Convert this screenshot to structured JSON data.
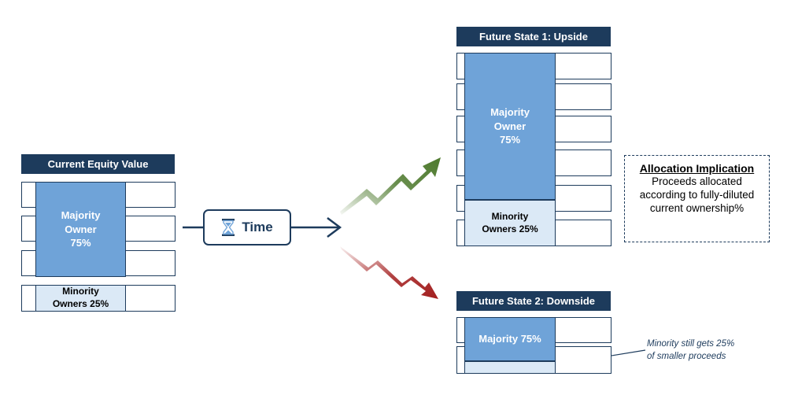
{
  "current": {
    "title": "Current Equity Value",
    "majority_label": "Majority\nOwner\n75%",
    "minority_label": "Minority\nOwners 25%",
    "majority_share": 0.75,
    "minority_share": 0.25
  },
  "time": {
    "label": "Time",
    "icon": "hourglass-icon"
  },
  "upside": {
    "title": "Future State 1: Upside",
    "majority_label": "Majority\nOwner\n75%",
    "minority_label": "Minority\nOwners 25%"
  },
  "downside": {
    "title": "Future State 2: Downside",
    "majority_label": "Majority 75%"
  },
  "implication": {
    "title": "Allocation Implication",
    "text": "Proceeds allocated according to fully-diluted current ownership%"
  },
  "note": {
    "text": "Minority still gets 25%\nof smaller proceeds"
  },
  "colors": {
    "navy": "#1d3b5c",
    "majority_fill": "#6fa3d8",
    "minority_fill": "#dbe9f6",
    "up_arrow": "#4e7a2e",
    "down_arrow": "#a31f1f"
  }
}
